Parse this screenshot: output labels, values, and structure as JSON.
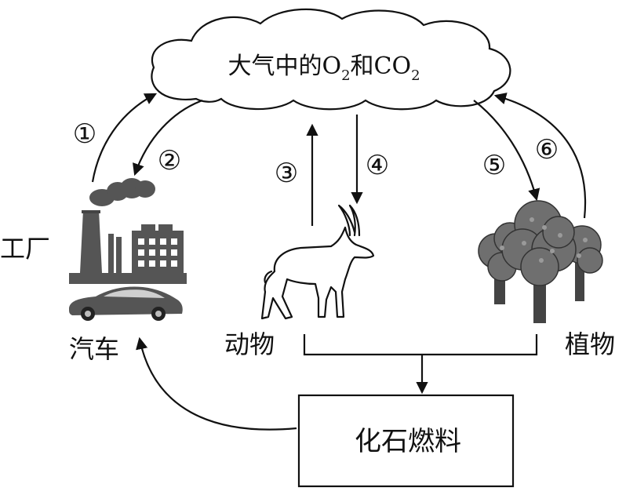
{
  "atmosphere": {
    "prefix": "大气中的",
    "o2_main": "O",
    "o2_sub": "2",
    "conj": "和",
    "co2_main": "CO",
    "co2_sub": "2"
  },
  "labels": {
    "factory": "工厂",
    "car": "汽车",
    "animal": "动物",
    "plant": "植物",
    "fossil_fuel": "化石燃料"
  },
  "process_numbers": [
    "①",
    "②",
    "③",
    "④",
    "⑤",
    "⑥"
  ]
}
